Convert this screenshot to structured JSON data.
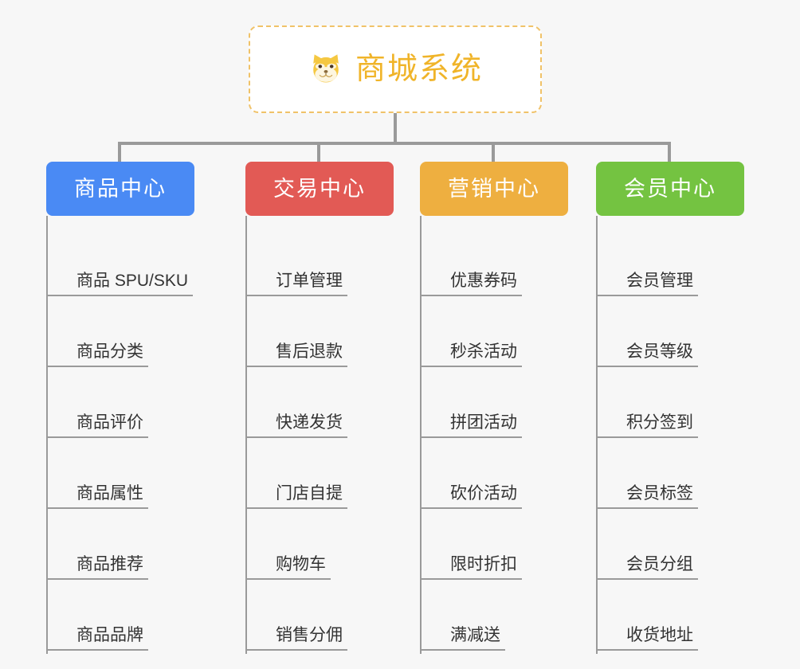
{
  "page": {
    "background_color": "#f7f7f7",
    "line_color": "#9a9a9a",
    "leaf_text_color": "#333333"
  },
  "root": {
    "title": "商城系统",
    "icon": "dog-face-icon",
    "text_color": "#f0b429",
    "border_color": "#f0c268",
    "background_color": "#ffffff"
  },
  "categories": [
    {
      "label": "商品中心",
      "color": "#4a8af4",
      "items": [
        "商品 SPU/SKU",
        "商品分类",
        "商品评价",
        "商品属性",
        "商品推荐",
        "商品品牌"
      ]
    },
    {
      "label": "交易中心",
      "color": "#e25a55",
      "items": [
        "订单管理",
        "售后退款",
        "快递发货",
        "门店自提",
        "购物车",
        "销售分佣"
      ]
    },
    {
      "label": "营销中心",
      "color": "#eeaf40",
      "items": [
        "优惠券码",
        "秒杀活动",
        "拼团活动",
        "砍价活动",
        "限时折扣",
        "满减送"
      ]
    },
    {
      "label": "会员中心",
      "color": "#74c341",
      "items": [
        "会员管理",
        "会员等级",
        "积分签到",
        "会员标签",
        "会员分组",
        "收货地址"
      ]
    }
  ]
}
